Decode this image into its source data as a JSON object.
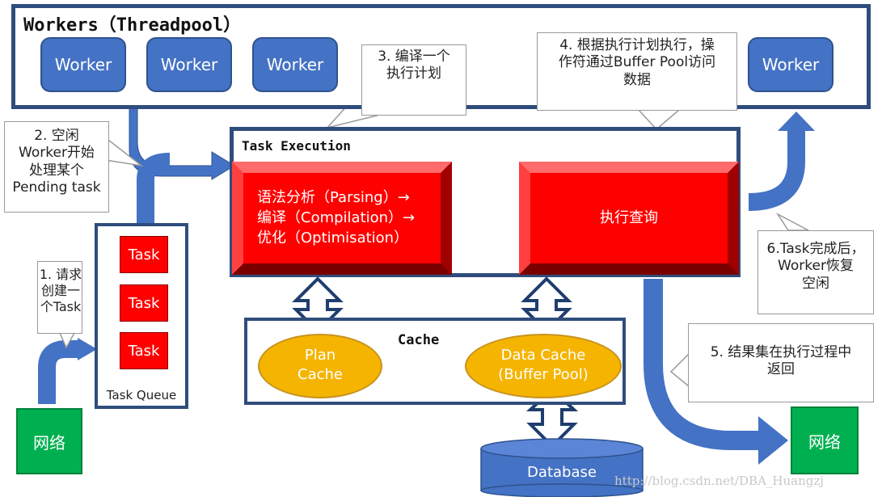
{
  "workers": {
    "title": "Workers（Threadpool）",
    "items": [
      "Worker",
      "Worker",
      "Worker",
      "Worker"
    ]
  },
  "callouts": {
    "compile": "3. 编译一个\n执行计划",
    "execute": "4. 根据执行计划执行，操\n作符通过Buffer Pool访问\n数据",
    "idle_worker": "2. 空闲\nWorker开始\n处理某个\nPending task",
    "request": "1. 请求\n创建一\n个Task",
    "task_done": "6.Task完成后，\nWorker恢复\n空闲",
    "result": "5. 结果集在执行过程中\n返回"
  },
  "task_execution": {
    "title": "Task Execution",
    "parse_compile": "语法分析（Parsing）→\n编译（Compilation）→\n优化（Optimisation）",
    "execute_query": "执行查询"
  },
  "task_queue": {
    "label": "Task Queue",
    "tasks": [
      "Task",
      "Task",
      "Task"
    ]
  },
  "cache": {
    "title": "Cache",
    "plan_cache": "Plan\nCache",
    "data_cache": "Data Cache\n(Buffer Pool)"
  },
  "database": {
    "label": "Database"
  },
  "network": {
    "left": "网络",
    "right": "网络"
  },
  "watermark": "http://blog.csdn.net/DBA_Huangzj",
  "colors": {
    "frame": "#2f4d7c",
    "arrow": "#4472c4",
    "worker": "#4472c4",
    "task_red": "#ff0000",
    "network_green": "#00b050",
    "ellipse_yellow": "#f5b400"
  }
}
